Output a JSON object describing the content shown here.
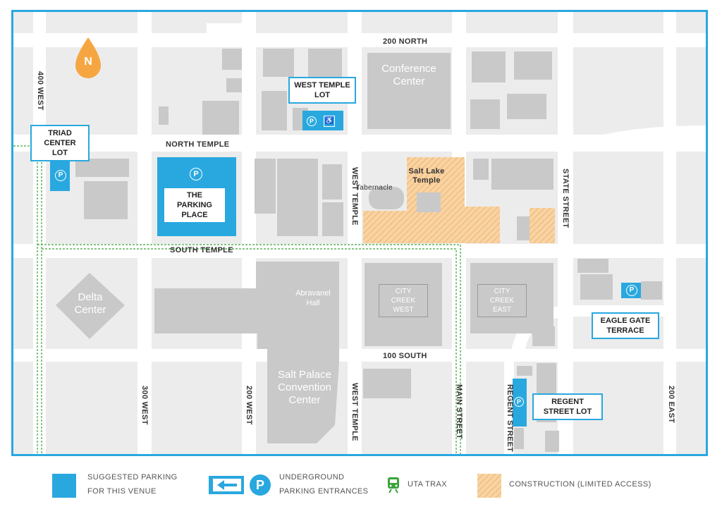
{
  "streets": {
    "north": "200 NORTH",
    "north_temple": "NORTH TEMPLE",
    "south_temple": "SOUTH TEMPLE",
    "south_100": "100 SOUTH",
    "west_400": "400 WEST",
    "west_300": "300 WEST",
    "west_200": "200 WEST",
    "west_temple_north": "WEST TEMPLE",
    "west_temple_south": "WEST TEMPLE",
    "main_street": "MAIN STREET",
    "regent_street": "REGENT STREET",
    "state_street": "STATE STREET",
    "east_200": "200 EAST"
  },
  "buildings": {
    "conference_center": "Conference Center",
    "tabernacle": "Tabernacle",
    "salt_lake_temple": "Salt Lake Temple",
    "city_creek_west": "CITY CREEK WEST",
    "city_creek_east": "CITY CREEK EAST",
    "delta_center": "Delta Center",
    "abravanel_hall": "Abravanel Hall",
    "salt_palace": "Salt Palace Convention Center"
  },
  "lots": {
    "west_temple_lot": "WEST TEMPLE LOT",
    "triad_center_lot": "TRIAD CENTER LOT",
    "parking_place": "THE PARKING PLACE",
    "eagle_gate_terrace": "EAGLE GATE TERRACE",
    "regent_street_lot": "REGENT STREET LOT"
  },
  "north_badge": "N",
  "parking_symbol": "P",
  "legend": {
    "suggested": "SUGGESTED PARKING FOR THIS VENUE",
    "underground": "UNDERGROUND PARKING ENTRANCES",
    "trax": "UTA TRAX",
    "construction": "CONSTRUCTION (LIMITED ACCESS)"
  },
  "colors": {
    "parking_blue": "#29a8df",
    "building_gray": "#c8c8c8",
    "street_white": "#ffffff",
    "trax_green": "#3aa33a",
    "construction_orange": "#f5c58f",
    "compass_orange": "#f6a641"
  }
}
